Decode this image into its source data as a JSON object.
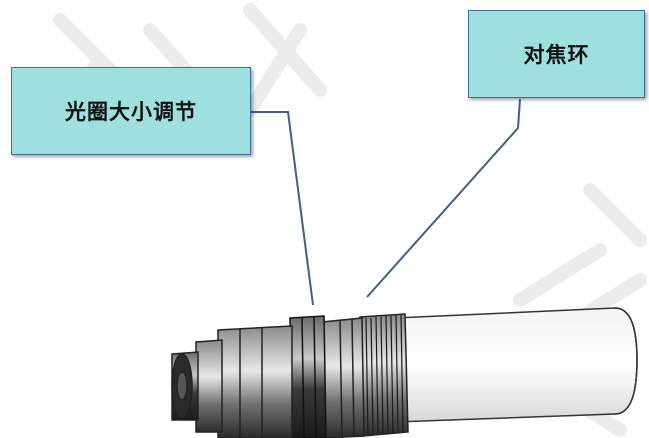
{
  "labels": {
    "aperture": "光圈大小调节",
    "focus_ring": "对焦环"
  },
  "watermark": {
    "text": "青岛",
    "color": "#e6e6e6"
  },
  "colors": {
    "label_fill": "#9ee0df",
    "label_border": "#3f6f9e",
    "leader_line": "#3f5f8f"
  }
}
